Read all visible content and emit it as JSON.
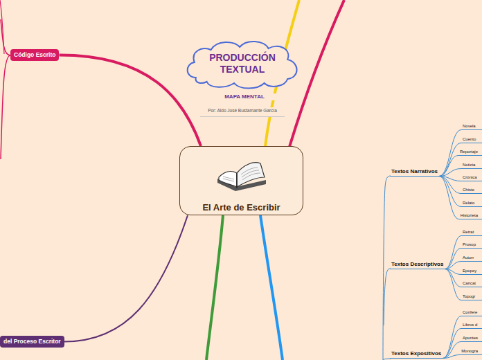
{
  "diagram": {
    "nodes": [
      {
        "text": [
          "El Arte de Escribir"
        ]
      },
      {
        "text": [
          "PRODUCCIÓN TEXTUAL"
        ]
      },
      {
        "text": [
          "Código Escrito"
        ]
      },
      {
        "text": [
          "del Proceso Escritor"
        ]
      },
      {
        "text": [
          "Textos Narrativos"
        ]
      },
      {
        "text": [
          "Novela"
        ]
      },
      {
        "text": [
          "Cuento"
        ]
      },
      {
        "text": [
          "Reportaje"
        ]
      },
      {
        "text": [
          "Noticia"
        ]
      },
      {
        "text": [
          "Crónica"
        ]
      },
      {
        "text": [
          "Chiste"
        ]
      },
      {
        "text": [
          "Relato"
        ]
      },
      {
        "text": [
          "Historieta"
        ]
      },
      {
        "text": [
          "Textos Descriptivos"
        ]
      },
      {
        "text": [
          "Retrat"
        ]
      },
      {
        "text": [
          "Prosop"
        ]
      },
      {
        "text": [
          "Autorr"
        ]
      },
      {
        "text": [
          "Epopey"
        ]
      },
      {
        "text": [
          "Caricat"
        ]
      },
      {
        "text": [
          "Topogr"
        ]
      },
      {
        "text": [
          "Textos Expositivos"
        ]
      },
      {
        "text": [
          "Confere"
        ]
      },
      {
        "text": [
          "Libros d"
        ]
      },
      {
        "text": [
          "Apuntes"
        ]
      },
      {
        "text": [
          "Monogra"
        ]
      }
    ],
    "edges": [
      {
        "from": 0,
        "to": 2,
        "arrow": "none"
      },
      {
        "from": 0,
        "to": 3,
        "arrow": "none"
      },
      {
        "from": 4,
        "to": 5,
        "arrow": "none"
      },
      {
        "from": 4,
        "to": 6,
        "arrow": "none"
      },
      {
        "from": 4,
        "to": 7,
        "arrow": "none"
      },
      {
        "from": 4,
        "to": 8,
        "arrow": "none"
      },
      {
        "from": 4,
        "to": 9,
        "arrow": "none"
      },
      {
        "from": 4,
        "to": 10,
        "arrow": "none"
      },
      {
        "from": 4,
        "to": 11,
        "arrow": "none"
      },
      {
        "from": 4,
        "to": 12,
        "arrow": "none"
      },
      {
        "from": 13,
        "to": 14,
        "arrow": "none"
      },
      {
        "from": 13,
        "to": 15,
        "arrow": "none"
      },
      {
        "from": 13,
        "to": 16,
        "arrow": "none"
      },
      {
        "from": 13,
        "to": 17,
        "arrow": "none"
      },
      {
        "from": 13,
        "to": 18,
        "arrow": "none"
      },
      {
        "from": 13,
        "to": 19,
        "arrow": "none"
      },
      {
        "from": 20,
        "to": 21,
        "arrow": "none"
      },
      {
        "from": 20,
        "to": 22,
        "arrow": "none"
      },
      {
        "from": 20,
        "to": 23,
        "arrow": "none"
      },
      {
        "from": 20,
        "to": 24,
        "arrow": "none"
      }
    ],
    "labels": [
      "MAPA MENTAL",
      "Por: Aldo José Bustamante García"
    ]
  }
}
